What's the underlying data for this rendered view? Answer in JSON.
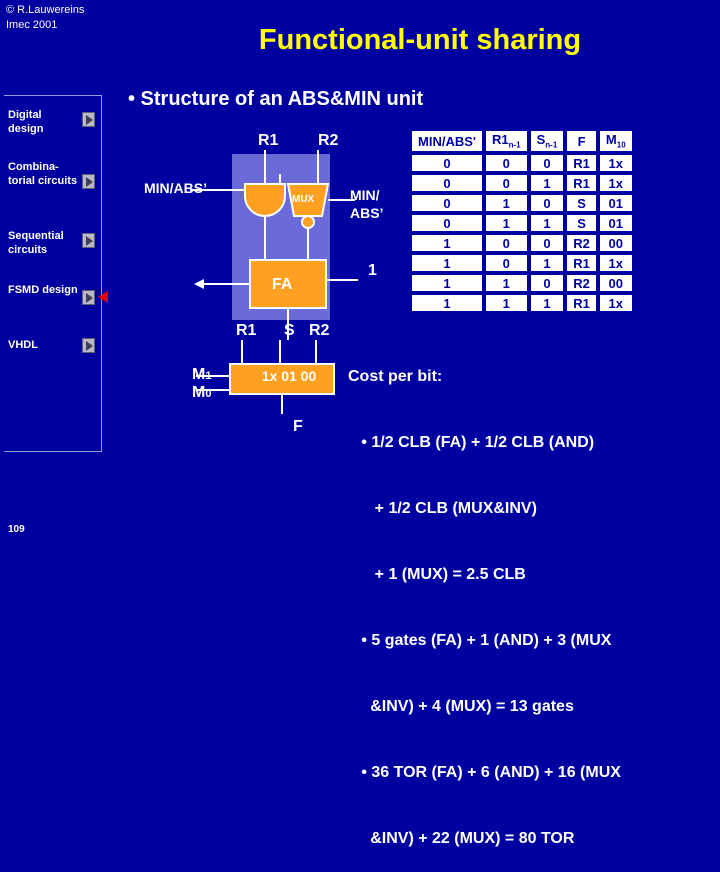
{
  "copyright": [
    "© R.Lauwereins",
    "Imec 2001"
  ],
  "title": "Functional-unit sharing",
  "nav": [
    {
      "label": "Digital design"
    },
    {
      "label": "Combina-torial circuits"
    },
    {
      "label": "Sequential circuits"
    },
    {
      "label": "FSMD design"
    },
    {
      "label": "VHDL"
    }
  ],
  "page_number": "109",
  "bullet": "• Structure of an ABS&MIN unit",
  "diagram": {
    "r1_top": "R1",
    "r2_top": "R2",
    "minabs_left": "MIN/ABS’",
    "mux": "MUX",
    "minabs_right": "MIN/ ABS’",
    "one": "1",
    "fa": "FA",
    "r1_bottom": "R1",
    "s_bottom": "S",
    "r2_bottom": "R2",
    "m1": "M",
    "m1_sub": "1",
    "m0": "M",
    "m0_sub": "0",
    "alu": "1x 01 00",
    "f": "F"
  },
  "table": {
    "headers": [
      "MIN/ABS'",
      "R1",
      "S",
      "F",
      "M"
    ],
    "header_subs": [
      "",
      "n-1",
      "n-1",
      "",
      "10"
    ],
    "rows": [
      [
        "0",
        "0",
        "0",
        "R1",
        "1x"
      ],
      [
        "0",
        "0",
        "1",
        "R1",
        "1x"
      ],
      [
        "0",
        "1",
        "0",
        "S",
        "01"
      ],
      [
        "0",
        "1",
        "1",
        "S",
        "01"
      ],
      [
        "1",
        "0",
        "0",
        "R2",
        "00"
      ],
      [
        "1",
        "0",
        "1",
        "R1",
        "1x"
      ],
      [
        "1",
        "1",
        "0",
        "R2",
        "00"
      ],
      [
        "1",
        "1",
        "1",
        "R1",
        "1x"
      ]
    ]
  },
  "cost": [
    "Cost per bit:",
    "   • 1/2 CLB (FA) + 1/2 CLB (AND)",
    "      + 1/2 CLB (MUX&INV)",
    "      + 1 (MUX) = 2.5 CLB",
    "   • 5 gates (FA) + 1 (AND) + 3 (MUX",
    "     &INV) + 4 (MUX) = 13 gates",
    "   • 36 TOR (FA) + 6 (AND) + 16 (MUX",
    "     &INV) + 22 (MUX) = 80 TOR"
  ]
}
